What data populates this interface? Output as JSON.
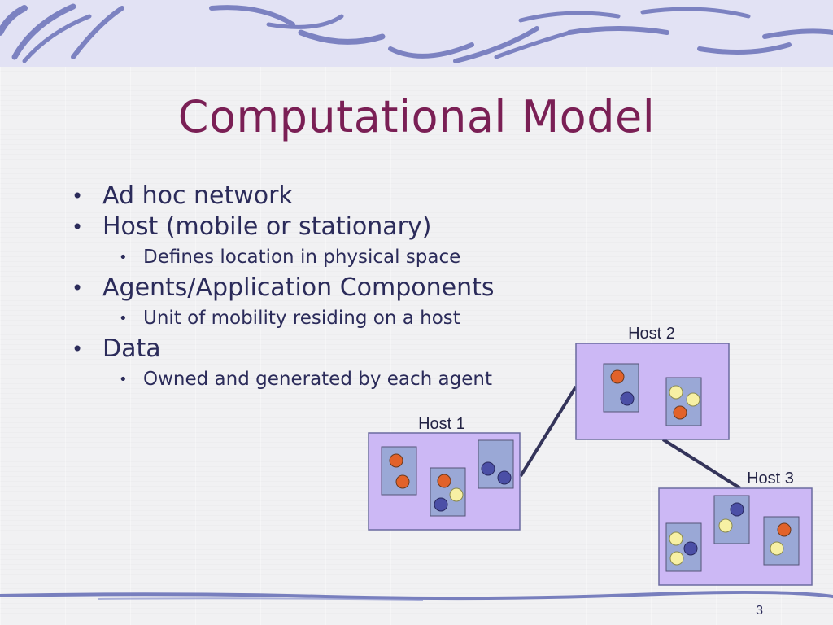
{
  "slide": {
    "title": "Computational Model",
    "page_number": "3",
    "bullets": [
      {
        "level": 1,
        "text": "Ad hoc network"
      },
      {
        "level": 1,
        "text": "Host (mobile or stationary)"
      },
      {
        "level": 2,
        "text": "Defines location in physical space"
      },
      {
        "level": 1,
        "text": "Agents/Application Components"
      },
      {
        "level": 2,
        "text": "Unit of mobility residing on a host"
      },
      {
        "level": 1,
        "text": "Data"
      },
      {
        "level": 2,
        "text": "Owned and generated by each agent"
      }
    ]
  },
  "diagram": {
    "hosts": [
      {
        "label": "Host 1"
      },
      {
        "label": "Host 2"
      },
      {
        "label": "Host 3"
      }
    ]
  },
  "colors": {
    "title": "#7a1f55",
    "host_fill": "#ccb8f5",
    "agent_fill": "#9aa8d6",
    "dot_orange": "#e2622a",
    "dot_blue": "#4b4fa6",
    "dot_yellow": "#f7f0a4"
  }
}
